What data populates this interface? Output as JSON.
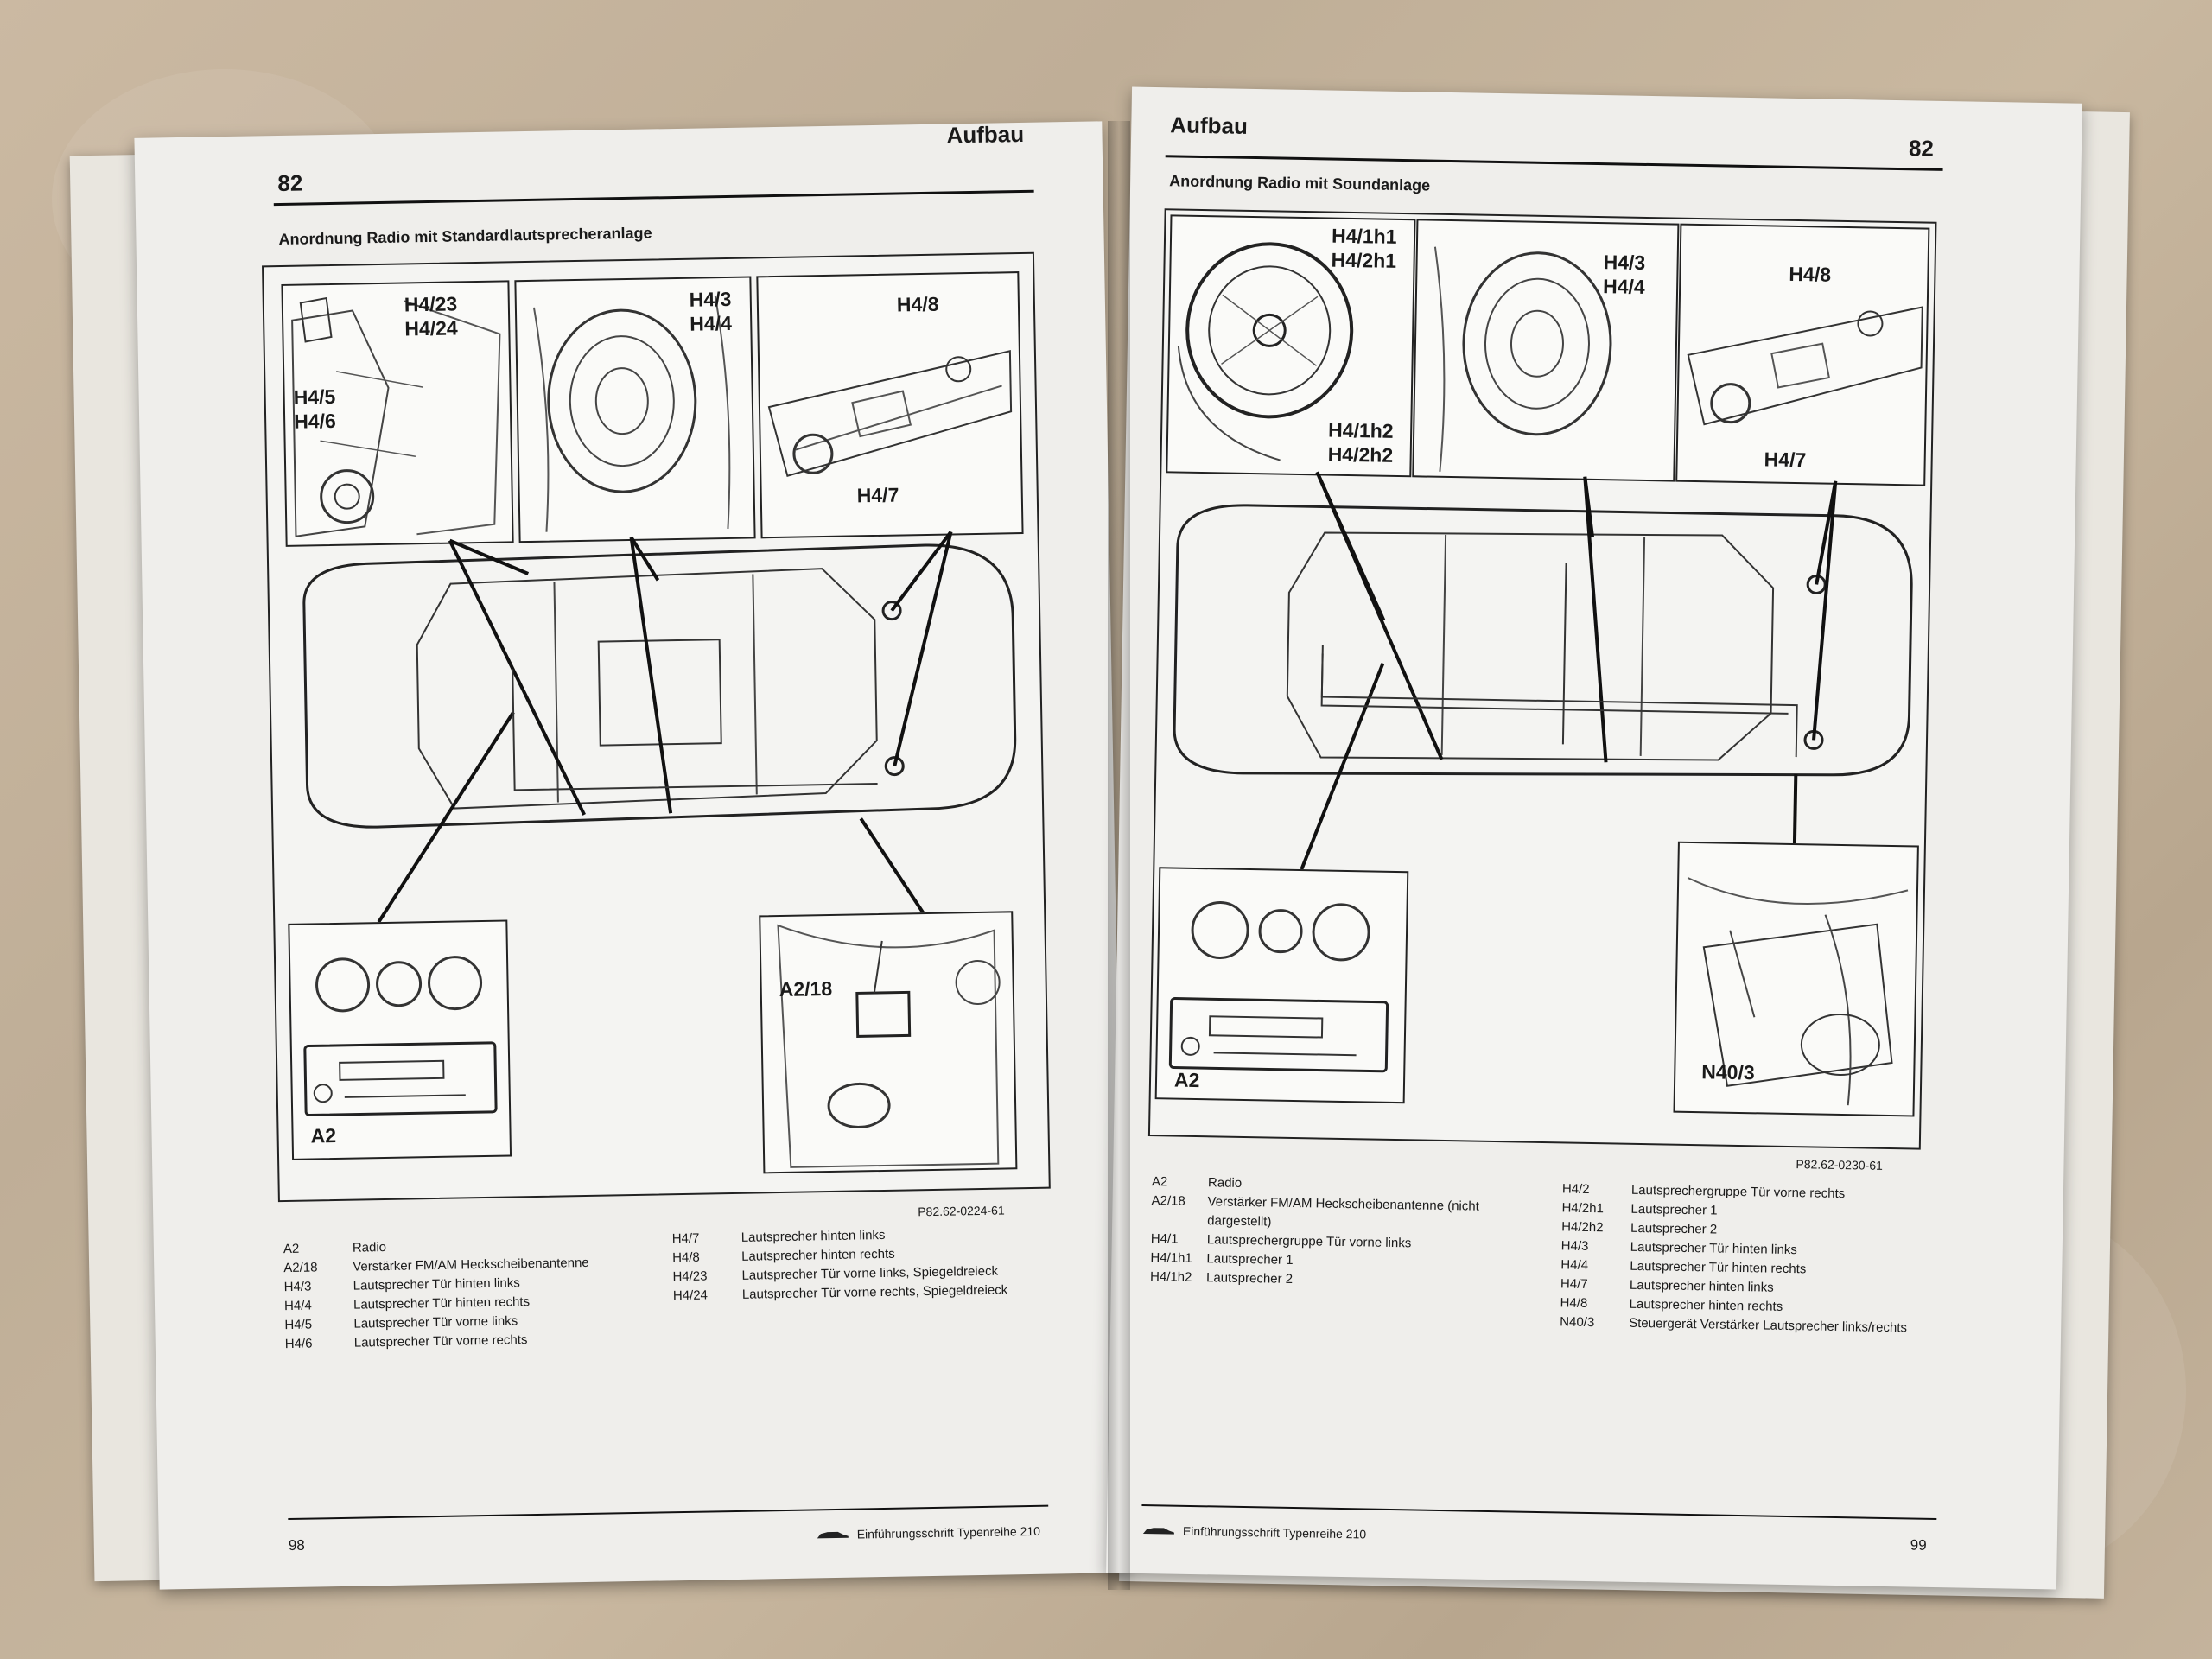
{
  "left_page": {
    "top_page_number": "82",
    "section": "Aufbau",
    "figure_title": "Anordnung Radio mit Standardlautsprecheranlage",
    "callouts": {
      "front_speaker": "H4/23\nH4/24",
      "front_speaker_b": "H4/5\nH4/6",
      "door_rear": "H4/3\nH4/4",
      "rear_shelf_top": "H4/8",
      "rear_shelf_bottom": "H4/7",
      "radio": "A2",
      "amp": "A2/18"
    },
    "figure_ref": "P82.62-0224-61",
    "legend": [
      {
        "code": "A2",
        "text": "Radio"
      },
      {
        "code": "A2/18",
        "text": "Verstärker FM/AM Heckscheibenantenne"
      },
      {
        "code": "H4/3",
        "text": "Lautsprecher Tür hinten links"
      },
      {
        "code": "H4/4",
        "text": "Lautsprecher Tür hinten rechts"
      },
      {
        "code": "H4/5",
        "text": "Lautsprecher Tür vorne links"
      },
      {
        "code": "H4/6",
        "text": "Lautsprecher Tür vorne rechts"
      },
      {
        "code": "H4/7",
        "text": "Lautsprecher hinten links"
      },
      {
        "code": "H4/8",
        "text": "Lautsprecher hinten rechts"
      },
      {
        "code": "H4/23",
        "text": "Lautsprecher Tür vorne links, Spiegeldreieck"
      },
      {
        "code": "H4/24",
        "text": "Lautsprecher Tür vorne rechts, Spiegeldreieck"
      }
    ],
    "footer_page_number": "98",
    "footer_title": "Einführungsschrift Typenreihe 210"
  },
  "right_page": {
    "section": "Aufbau",
    "top_page_number": "82",
    "figure_title": "Anordnung Radio mit Soundanlage",
    "callouts": {
      "front_top": "H4/1h1\nH4/2h1",
      "front_bottom": "H4/1h2\nH4/2h2",
      "door_rear": "H4/3\nH4/4",
      "rear_shelf_top": "H4/8",
      "rear_shelf_bottom": "H4/7",
      "radio": "A2",
      "amp": "N40/3"
    },
    "figure_ref": "P82.62-0230-61",
    "legend": [
      {
        "code": "A2",
        "text": "Radio"
      },
      {
        "code": "A2/18",
        "text": "Verstärker FM/AM Heckscheibenantenne (nicht"
      },
      {
        "code": "",
        "text": "dargestellt)"
      },
      {
        "code": "H4/1",
        "text": "Lautsprechergruppe Tür vorne links"
      },
      {
        "code": "H4/1h1",
        "text": "Lautsprecher 1"
      },
      {
        "code": "H4/1h2",
        "text": "Lautsprecher 2"
      },
      {
        "code": "H4/2",
        "text": "Lautsprechergruppe Tür vorne rechts"
      },
      {
        "code": "H4/2h1",
        "text": "Lautsprecher 1"
      },
      {
        "code": "H4/2h2",
        "text": "Lautsprecher 2"
      },
      {
        "code": "H4/3",
        "text": "Lautsprecher Tür hinten links"
      },
      {
        "code": "H4/4",
        "text": "Lautsprecher Tür hinten rechts"
      },
      {
        "code": "H4/7",
        "text": "Lautsprecher hinten links"
      },
      {
        "code": "H4/8",
        "text": "Lautsprecher hinten rechts"
      },
      {
        "code": "N40/3",
        "text": "Steuergerät Verstärker Lautsprecher links/rechts"
      }
    ],
    "footer_page_number": "99",
    "footer_title": "Einführungsschrift Typenreihe 210"
  }
}
